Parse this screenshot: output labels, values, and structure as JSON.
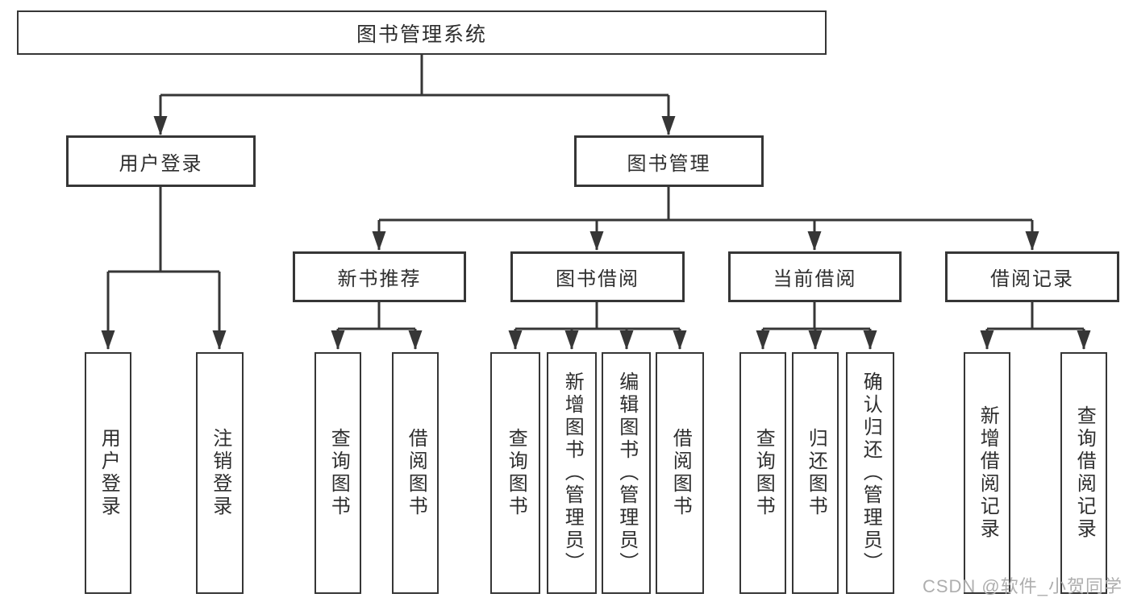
{
  "colors": {
    "line": "#363636",
    "text": "#2e2e2e",
    "box-bg": "#ffffff",
    "background": "#ffffff",
    "watermark": "#aeaeae"
  },
  "watermark": {
    "text": "CSDN @软件_小贺同学"
  },
  "diagram": {
    "type": "hierarchy-tree",
    "title": "图书管理系统",
    "branches": [
      {
        "label": "用户登录",
        "children": [
          {
            "label": "用户登录"
          },
          {
            "label": "注销登录"
          }
        ]
      },
      {
        "label": "图书管理",
        "children": [
          {
            "label": "新书推荐",
            "children": [
              {
                "label": "查询图书"
              },
              {
                "label": "借阅图书"
              }
            ]
          },
          {
            "label": "图书借阅",
            "children": [
              {
                "label": "查询图书"
              },
              {
                "label": "新增图书（管理员）"
              },
              {
                "label": "编辑图书（管理员）"
              },
              {
                "label": "借阅图书"
              }
            ]
          },
          {
            "label": "当前借阅",
            "children": [
              {
                "label": "查询图书"
              },
              {
                "label": "归还图书"
              },
              {
                "label": "确认归还（管理员）"
              }
            ]
          },
          {
            "label": "借阅记录",
            "children": [
              {
                "label": "新增借阅记录"
              },
              {
                "label": "查询借阅记录"
              }
            ]
          }
        ]
      }
    ]
  }
}
